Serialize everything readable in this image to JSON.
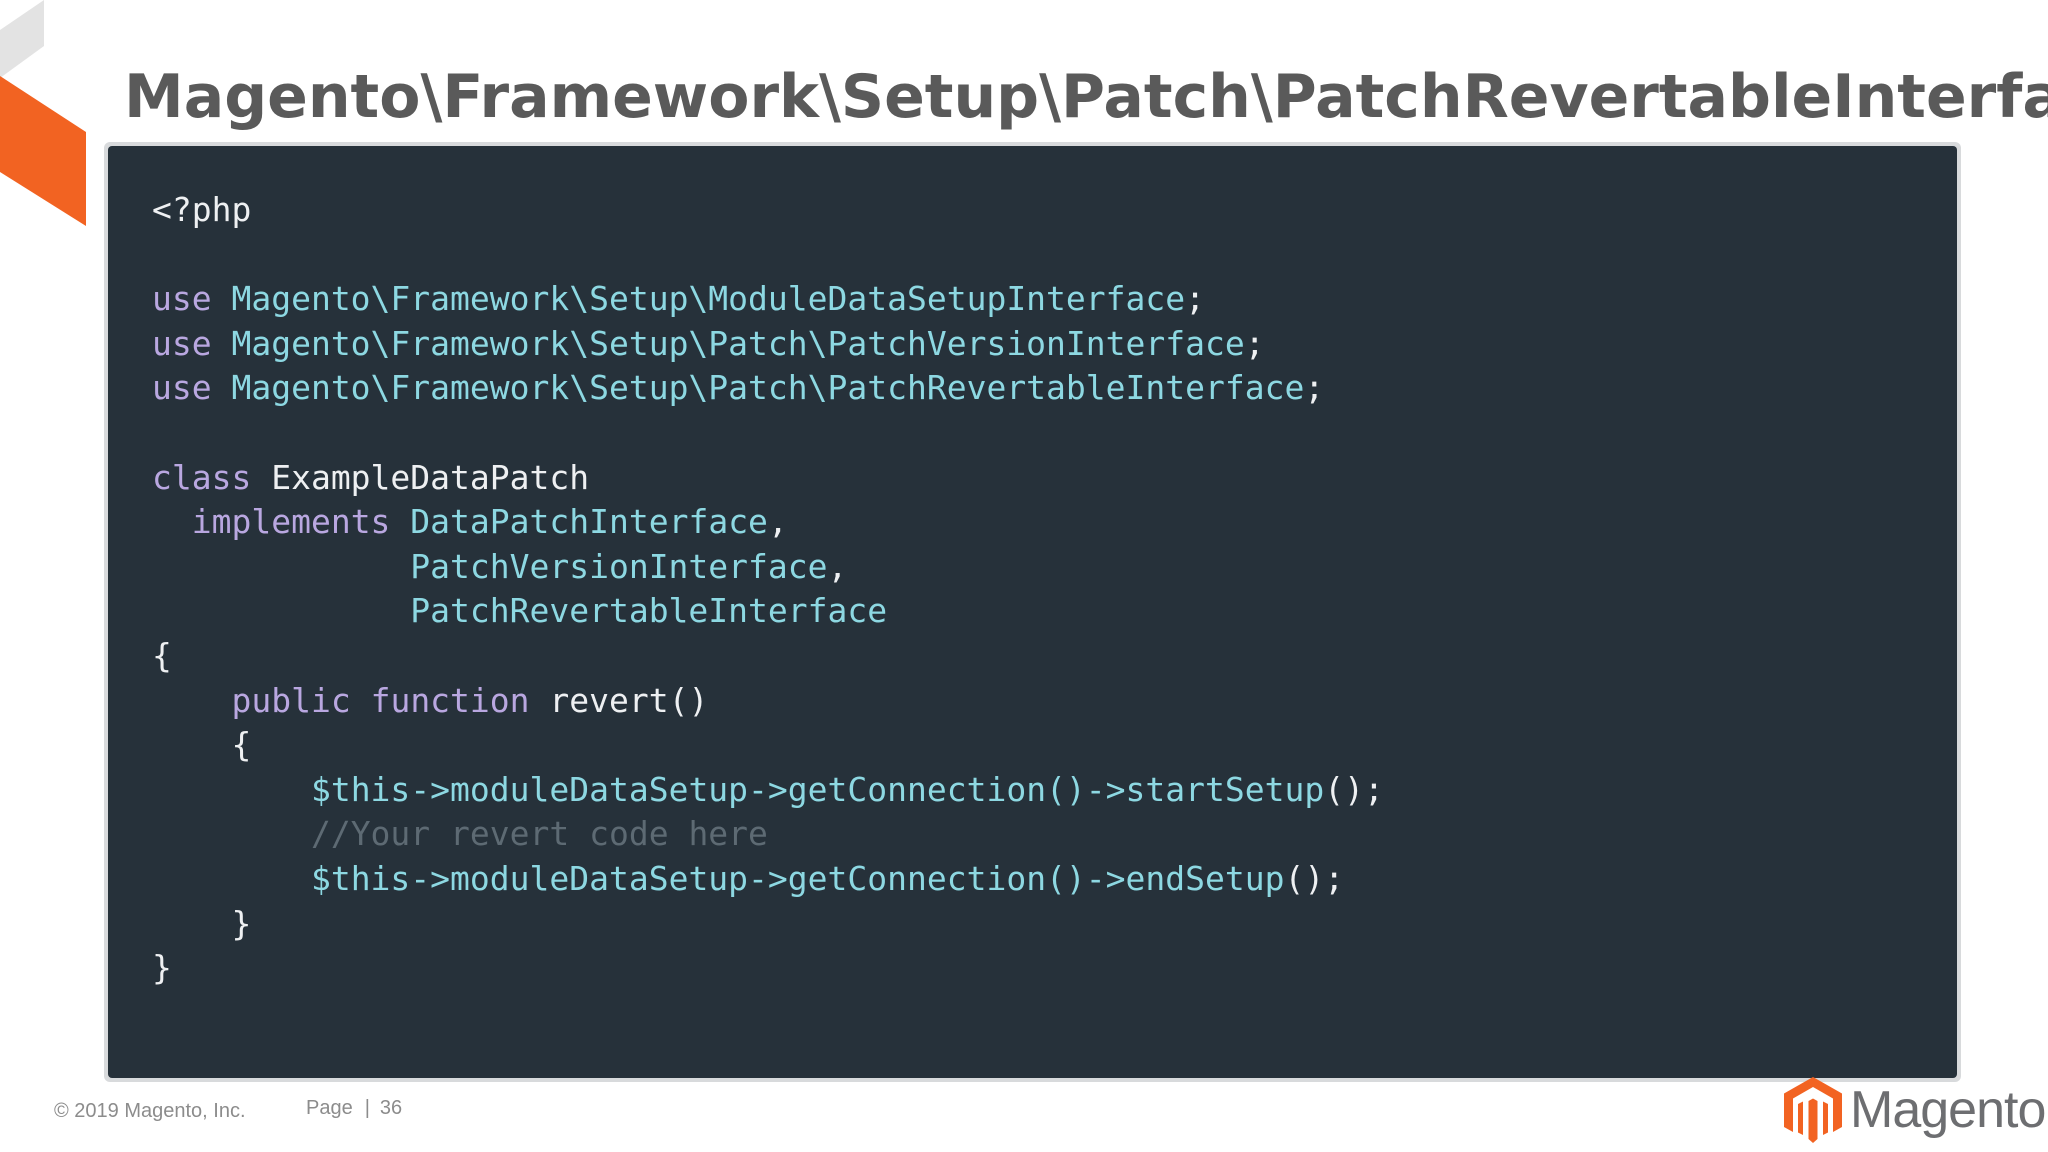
{
  "slide": {
    "title": "Magento\\Framework\\Setup\\Patch\\PatchRevertableInterface"
  },
  "code": {
    "lines": [
      {
        "tokens": [
          {
            "t": "plain",
            "v": "<?php"
          }
        ]
      },
      {
        "tokens": []
      },
      {
        "tokens": [
          {
            "t": "kw",
            "v": "use"
          },
          {
            "t": "ns",
            "v": " Magento\\Framework\\Setup\\ModuleDataSetupInterface"
          },
          {
            "t": "plain",
            "v": ";"
          }
        ]
      },
      {
        "tokens": [
          {
            "t": "kw",
            "v": "use"
          },
          {
            "t": "ns",
            "v": " Magento\\Framework\\Setup\\Patch\\PatchVersionInterface"
          },
          {
            "t": "plain",
            "v": ";"
          }
        ]
      },
      {
        "tokens": [
          {
            "t": "kw",
            "v": "use"
          },
          {
            "t": "ns",
            "v": " Magento\\Framework\\Setup\\Patch\\PatchRevertableInterface"
          },
          {
            "t": "plain",
            "v": ";"
          }
        ]
      },
      {
        "tokens": []
      },
      {
        "tokens": [
          {
            "t": "kw",
            "v": "class"
          },
          {
            "t": "plain",
            "v": " ExampleDataPatch"
          }
        ]
      },
      {
        "tokens": [
          {
            "t": "plain",
            "v": "  "
          },
          {
            "t": "kw",
            "v": "implements"
          },
          {
            "t": "ns",
            "v": " DataPatchInterface"
          },
          {
            "t": "plain",
            "v": ","
          }
        ]
      },
      {
        "tokens": [
          {
            "t": "plain",
            "v": "             "
          },
          {
            "t": "ns",
            "v": "PatchVersionInterface"
          },
          {
            "t": "plain",
            "v": ","
          }
        ]
      },
      {
        "tokens": [
          {
            "t": "plain",
            "v": "             "
          },
          {
            "t": "ns",
            "v": "PatchRevertableInterface"
          }
        ]
      },
      {
        "tokens": [
          {
            "t": "plain",
            "v": "{"
          }
        ]
      },
      {
        "tokens": [
          {
            "t": "plain",
            "v": "    "
          },
          {
            "t": "kw",
            "v": "public"
          },
          {
            "t": "plain",
            "v": " "
          },
          {
            "t": "kw",
            "v": "function"
          },
          {
            "t": "plain",
            "v": " revert()"
          }
        ]
      },
      {
        "tokens": [
          {
            "t": "plain",
            "v": "    {"
          }
        ]
      },
      {
        "tokens": [
          {
            "t": "plain",
            "v": "        "
          },
          {
            "t": "ns",
            "v": "$this->moduleDataSetup->getConnection()->startSetup"
          },
          {
            "t": "plain",
            "v": "();"
          }
        ]
      },
      {
        "tokens": [
          {
            "t": "plain",
            "v": "        "
          },
          {
            "t": "comment",
            "v": "//Your revert code here"
          }
        ]
      },
      {
        "tokens": [
          {
            "t": "plain",
            "v": "        "
          },
          {
            "t": "ns",
            "v": "$this->moduleDataSetup->getConnection()->endSetup"
          },
          {
            "t": "plain",
            "v": "();"
          }
        ]
      },
      {
        "tokens": [
          {
            "t": "plain",
            "v": "    }"
          }
        ]
      },
      {
        "tokens": [
          {
            "t": "plain",
            "v": "}"
          }
        ]
      }
    ]
  },
  "footer": {
    "copyright": "© 2019 Magento, Inc.",
    "page_label": "Page",
    "separator": "|",
    "page_number": "36"
  },
  "brand": {
    "name": "Magento",
    "logo_icon": "magento-logo-icon"
  },
  "colors": {
    "accent_orange": "#f26322",
    "code_background": "#26313a",
    "title_gray": "#5a5a5a"
  }
}
